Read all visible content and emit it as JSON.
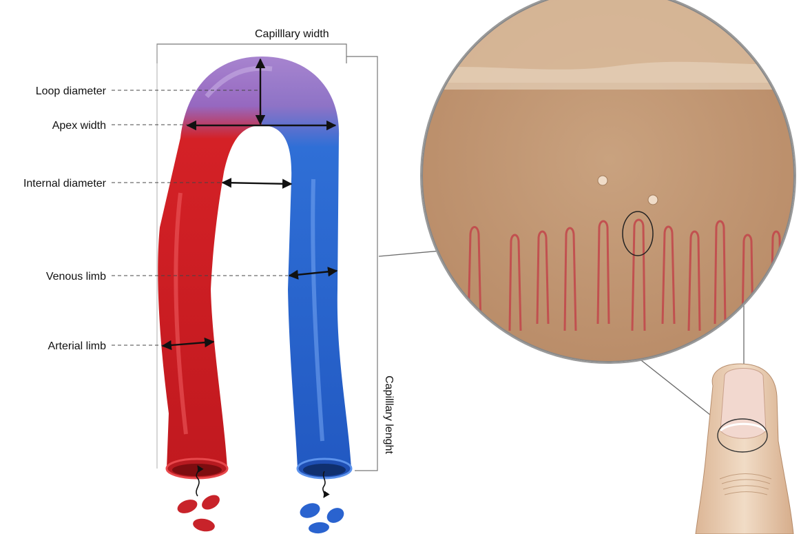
{
  "labels": {
    "capillary_width": "Capilllary width",
    "capillary_length": "Capilllary lenght",
    "loop_diameter": "Loop diameter",
    "apex_width": "Apex width",
    "internal_diameter": "Internal diameter",
    "venous_limb": "Venous limb",
    "arterial_limb": "Arterial limb"
  },
  "colors": {
    "arterial": "#d42126",
    "venous": "#2f6fd6",
    "apex": "#9a6bc2",
    "skin": "#c89b78",
    "capillary_red": "#c2454a",
    "finger": "#e9cdb2"
  }
}
